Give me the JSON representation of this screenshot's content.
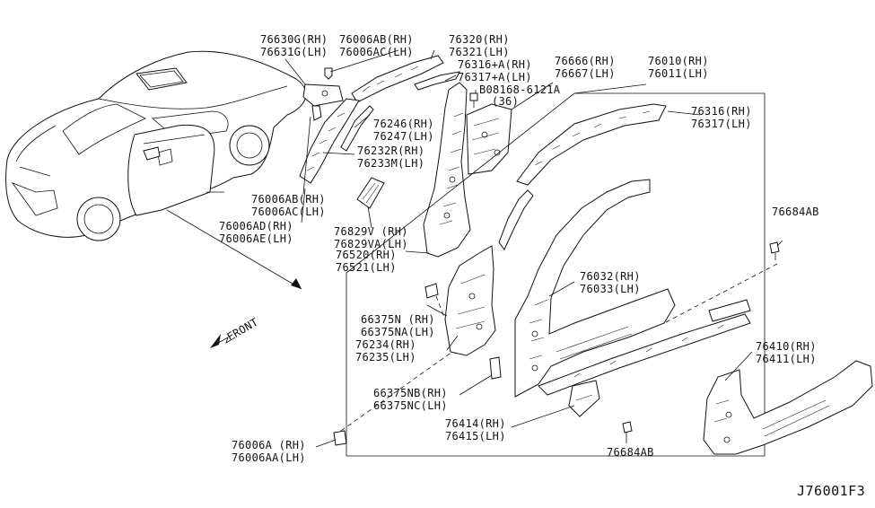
{
  "diagram_code": "J76001F3",
  "front_label": "FRONT",
  "labels": {
    "p76630G": [
      "76630G(RH)",
      "76631G(LH)"
    ],
    "p76006AB_top": [
      "76006AB(RH)",
      "76006AC(LH)"
    ],
    "p76320": [
      "76320(RH)",
      "76321(LH)"
    ],
    "p76316A": [
      "76316+A(RH)",
      "76317+A(LH)"
    ],
    "p76666": [
      "76666(RH)",
      "76667(LH)"
    ],
    "p76010": [
      "76010(RH)",
      "76011(LH)"
    ],
    "p08168": [
      "B08168-6121A",
      "(36)"
    ],
    "p76246": [
      "76246(RH)",
      "76247(LH)"
    ],
    "p76232": [
      "76232R(RH)",
      "76233M(LH)"
    ],
    "p76006AB_mid": [
      "76006AB(RH)",
      "76006AC(LH)"
    ],
    "p76006AD": [
      "76006AD(RH)",
      "76006AE(LH)"
    ],
    "p76829": [
      "76829V (RH)",
      "76829VA(LH)"
    ],
    "p76520": [
      "76520(RH)",
      "76521(LH)"
    ],
    "p76316": [
      "76316(RH)",
      "76317(LH)"
    ],
    "p76684AB_top": [
      "76684AB"
    ],
    "p76032": [
      "76032(RH)",
      "76033(LH)"
    ],
    "p66375N": [
      "66375N (RH)",
      "66375NA(LH)"
    ],
    "p76234": [
      "76234(RH)",
      "76235(LH)"
    ],
    "p66375NB": [
      "66375NB(RH)",
      "66375NC(LH)"
    ],
    "p76414": [
      "76414(RH)",
      "76415(LH)"
    ],
    "p76684AB_bot": [
      "76684AB"
    ],
    "p76410": [
      "76410(RH)",
      "76411(LH)"
    ],
    "p76006A": [
      "76006A (RH)",
      "76006AA(LH)"
    ]
  },
  "icons": [
    "car-illustration",
    "front-arrow-icon",
    "bolt-icon",
    "clip-icon"
  ]
}
